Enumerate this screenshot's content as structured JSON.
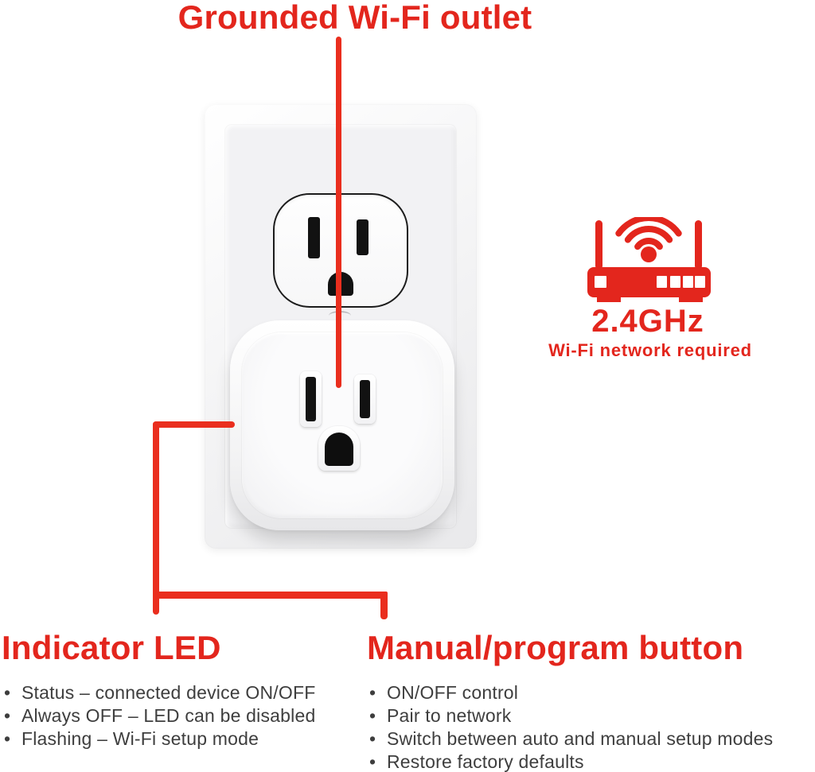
{
  "title": "Grounded Wi-Fi outlet",
  "colors": {
    "accent_red": "#e3261d",
    "line_red": "#ea2e1e",
    "body_text_gray": "#3e3e3e"
  },
  "router_callout": {
    "icon": "wifi-router-icon",
    "frequency": "2.4GHz",
    "caption": "Wi-Fi network required"
  },
  "callouts": {
    "indicator_led": {
      "heading": "Indicator LED",
      "bullets": [
        "Status – connected device ON/OFF",
        "Always OFF – LED can be disabled",
        "Flashing – Wi-Fi setup mode"
      ]
    },
    "manual_program_button": {
      "heading": "Manual/program button",
      "bullets": [
        "ON/OFF control",
        "Pair to network",
        "Switch between auto and manual setup modes",
        "Restore factory defaults"
      ]
    }
  }
}
